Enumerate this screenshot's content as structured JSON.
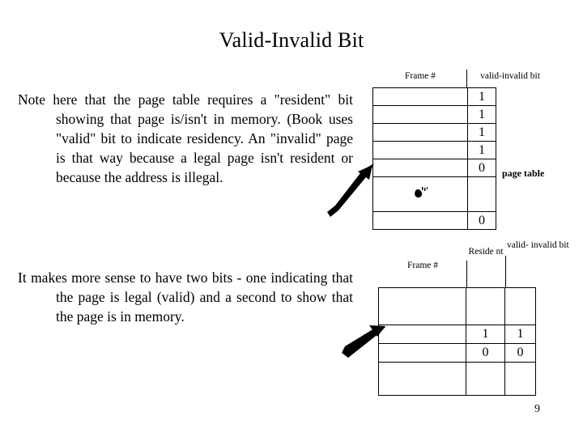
{
  "slide": {
    "title": "Valid-Invalid Bit",
    "page_number": "9",
    "background_color": "#ffffff",
    "text_color": "#000000"
  },
  "paragraphs": [
    {
      "id": "para-1",
      "text": "Note here that the page table requires a \"resident\" bit showing that page is/isn't in memory. (Book uses \"valid\" bit to indicate residency. An \"invalid\" page is that way because a legal page isn't resident or because the address is illegal."
    },
    {
      "id": "para-2",
      "text": "It makes more sense to have two bits - one indicating that the page is legal (valid) and a second to show that the page is in memory."
    }
  ],
  "page_table": {
    "caption": "page table",
    "headers": {
      "frame": "Frame #",
      "bit": "valid-invalid bit"
    },
    "rows": [
      {
        "frame": "",
        "bit": "1"
      },
      {
        "frame": "",
        "bit": "1"
      },
      {
        "frame": "",
        "bit": "1"
      },
      {
        "frame": "",
        "bit": "1"
      },
      {
        "frame": "",
        "bit": "0"
      },
      {
        "frame": "bullet-glyph",
        "bit": ""
      },
      {
        "frame": "",
        "bit": "0"
      }
    ]
  },
  "two_bit_table": {
    "headers": {
      "frame": "Frame #",
      "resident": "Reside nt",
      "bit": "valid- invalid bit"
    },
    "rows": [
      {
        "frame": "",
        "resident": "",
        "bit": ""
      },
      {
        "frame": "",
        "resident": "1",
        "bit": "1"
      },
      {
        "frame": "",
        "resident": "0",
        "bit": "0"
      },
      {
        "frame": "",
        "resident": "",
        "bit": ""
      }
    ]
  },
  "annotations": {
    "arrow_top": "arrow-pointing-to-page-table-row-5",
    "arrow_bottom": "arrow-pointing-to-two-bit-table-row-2"
  }
}
